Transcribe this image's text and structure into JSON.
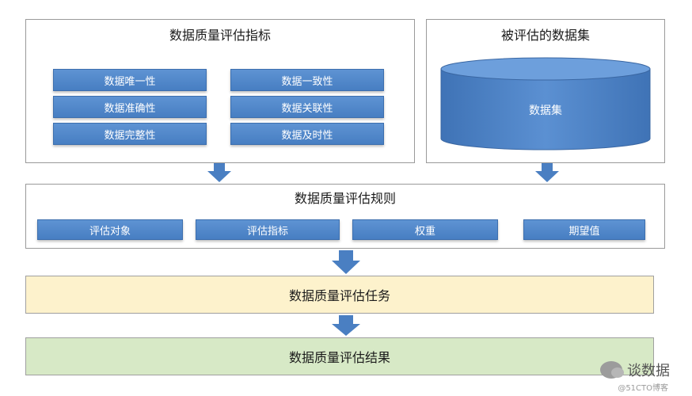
{
  "metrics_panel": {
    "title": "数据质量评估指标",
    "items": [
      "数据唯一性",
      "数据一致性",
      "数据准确性",
      "数据关联性",
      "数据完整性",
      "数据及时性"
    ]
  },
  "dataset_panel": {
    "title": "被评估的数据集",
    "cylinder_label": "数据集"
  },
  "rules_panel": {
    "title": "数据质量评估规则",
    "items": [
      "评估对象",
      "评估指标",
      "权重",
      "期望值"
    ]
  },
  "task_band": {
    "label": "数据质量评估任务",
    "color": "#fdf2cc"
  },
  "result_band": {
    "label": "数据质量评估结果",
    "color": "#d7e9c6"
  },
  "colors": {
    "button_blue": "#4f86c9",
    "arrow_blue": "#4a7fc2"
  },
  "watermark": {
    "text": "谈数据",
    "credit": "@51CTO博客"
  }
}
